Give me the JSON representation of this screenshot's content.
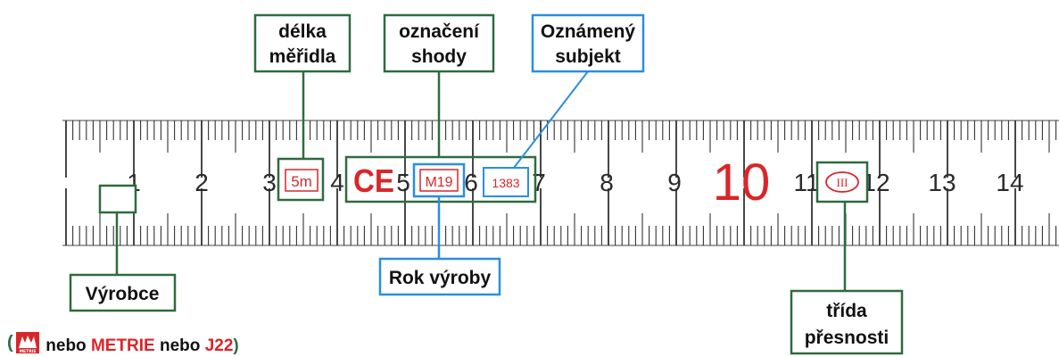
{
  "colors": {
    "green": "#2e6b3f",
    "blue": "#2a8ee0",
    "red": "#d9262a",
    "ink": "#2a2a2a"
  },
  "ruler": {
    "numbers": [
      "1",
      "2",
      "3",
      "4",
      "5",
      "6",
      "7",
      "8",
      "9",
      "11",
      "12",
      "13",
      "14"
    ],
    "big_number": "10"
  },
  "marks": {
    "length": "5m",
    "ce": "CE",
    "year": "M19",
    "body": "1383",
    "class": "III"
  },
  "labels": {
    "length_line1": "délka",
    "length_line2": "měřidla",
    "conformity_line1": "označení",
    "conformity_line2": "shody",
    "notified_line1": "Oznámený",
    "notified_line2": "subjekt",
    "manufacturer": "Výrobce",
    "year": "Rok výroby",
    "class_line1": "třída",
    "class_line2": "přesnosti"
  },
  "footer": {
    "open_paren": "(",
    "logo_text": "METRIE",
    "or1": " nebo ",
    "metrie": "METRIE",
    "or2": " nebo ",
    "j22": "J22",
    "close_paren": ")"
  },
  "icons": [
    "metrie-logo-icon"
  ]
}
